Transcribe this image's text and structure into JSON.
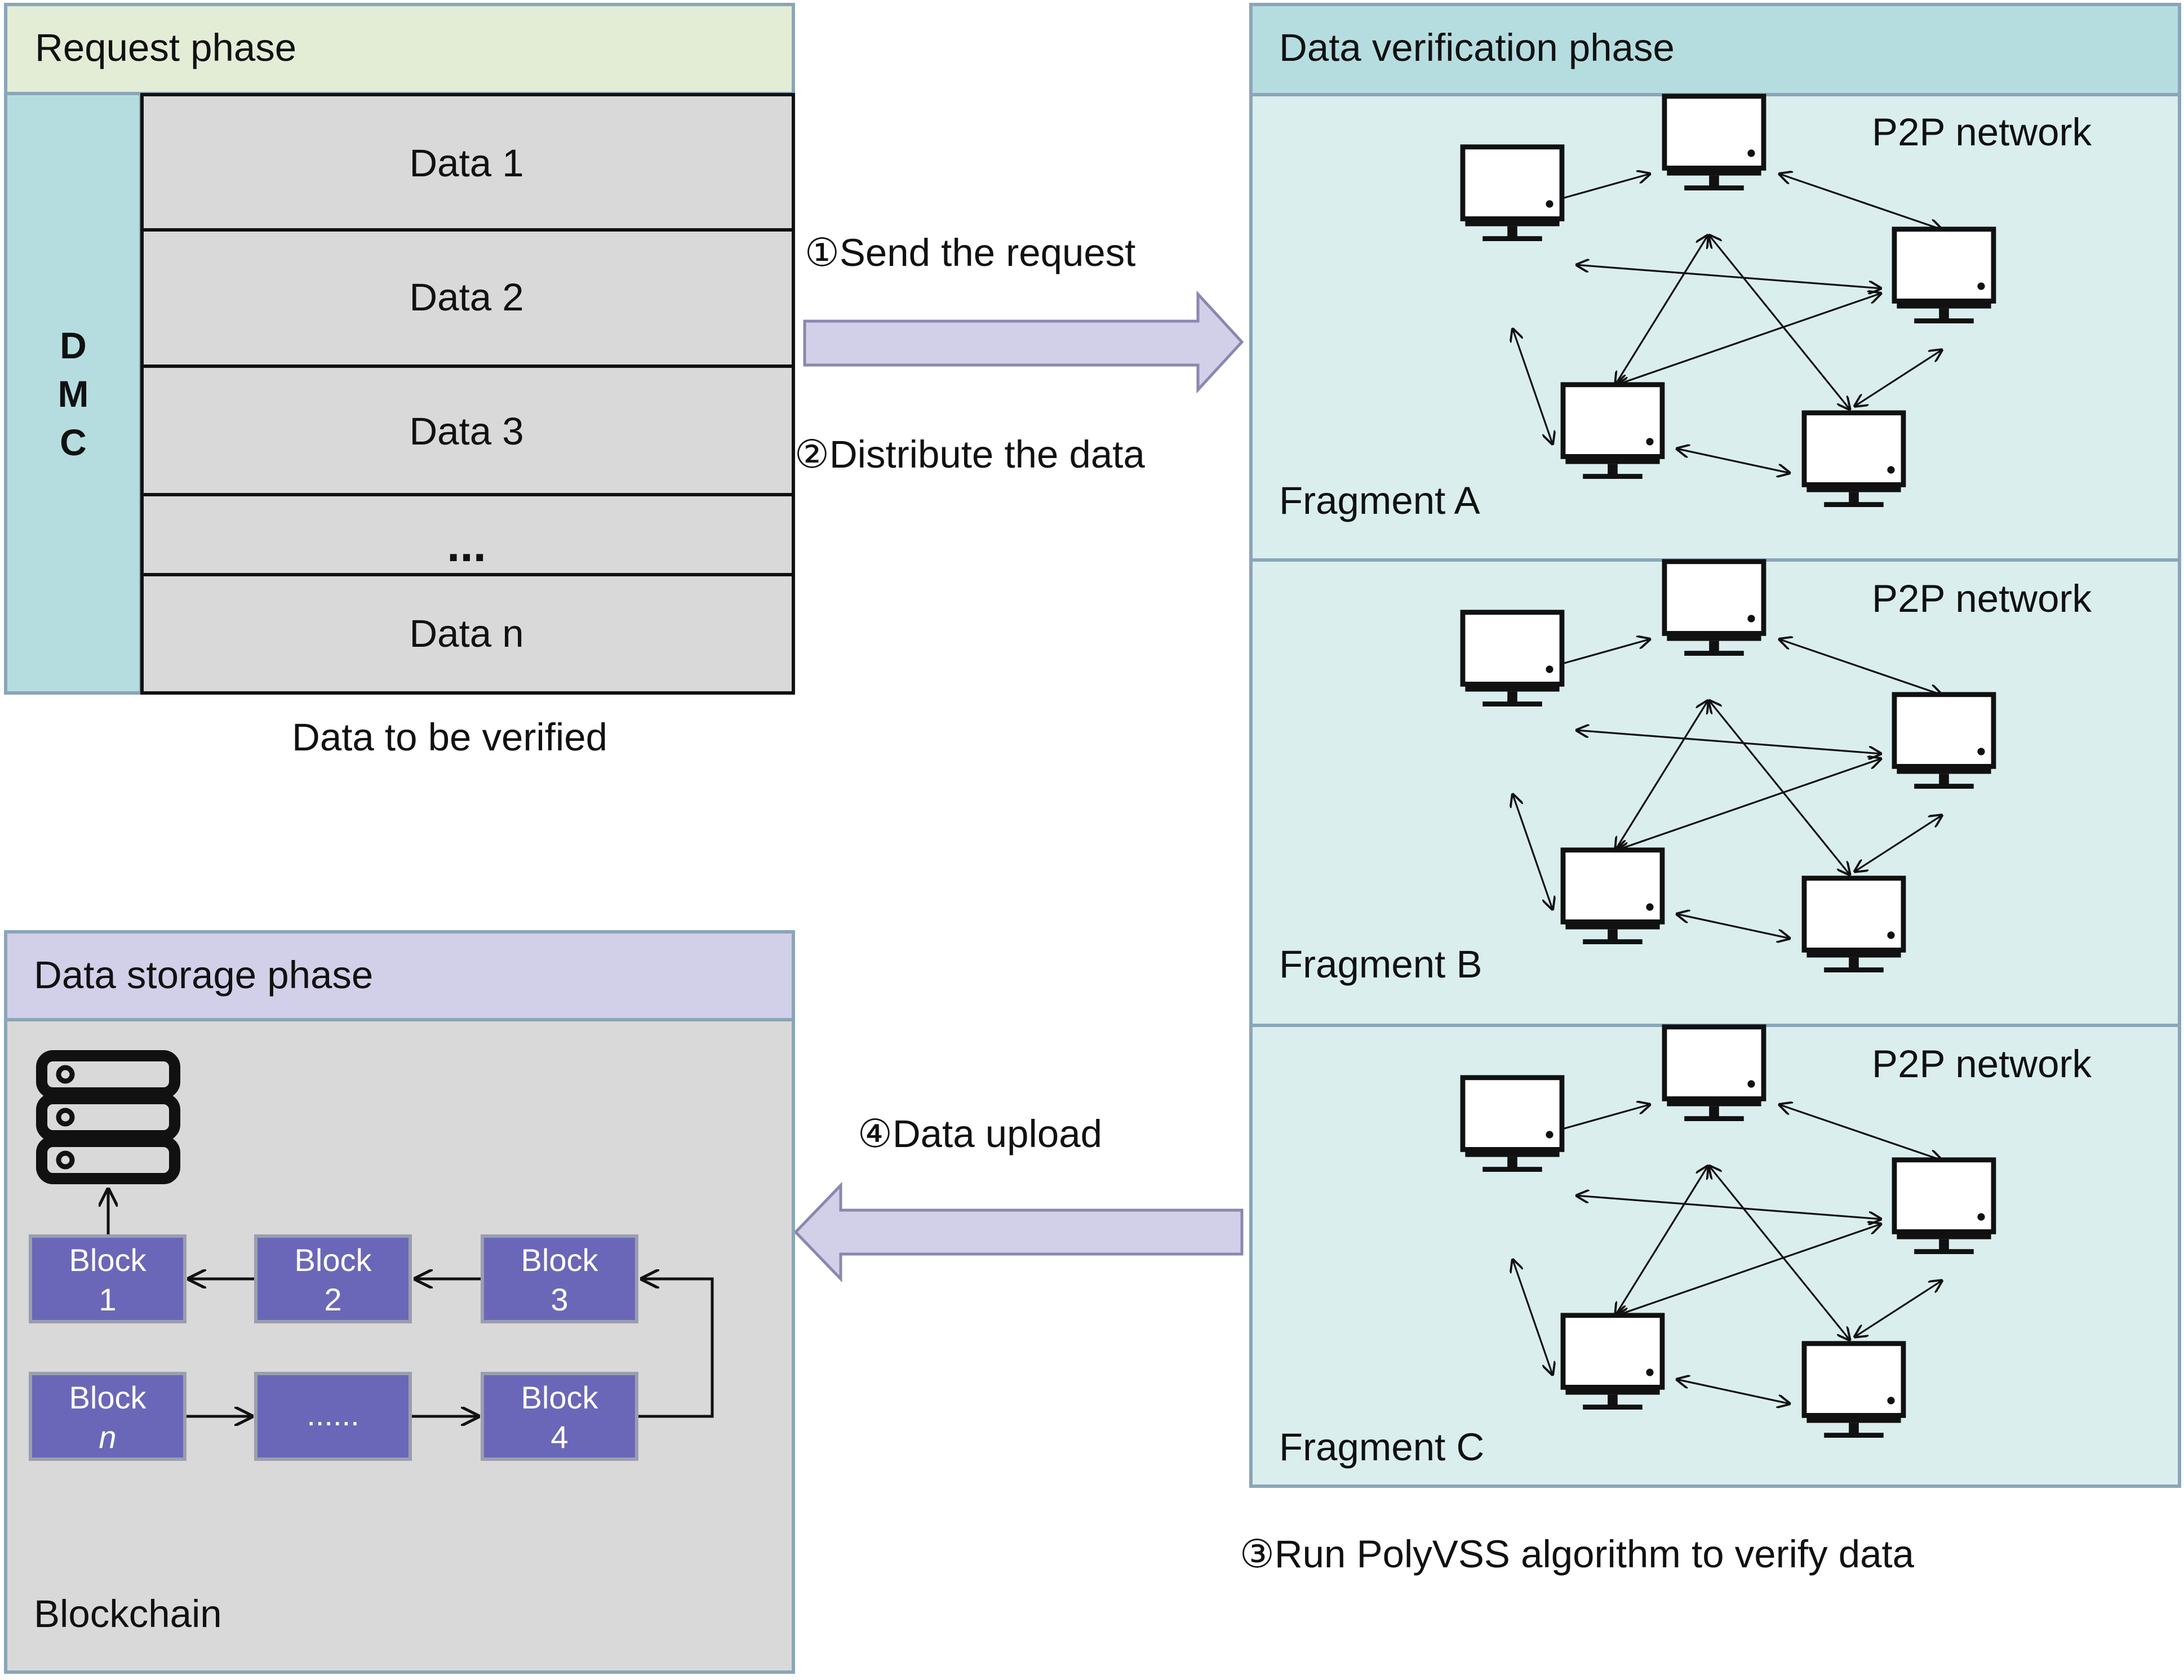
{
  "request_phase": {
    "title": "Request phase",
    "side_label": [
      "D",
      "M",
      "C"
    ],
    "rows": [
      "Data 1",
      "Data 2",
      "Data 3",
      "...",
      "Data n"
    ],
    "caption": "Data to be verified"
  },
  "steps": {
    "send": "①Send the request",
    "distribute": "②Distribute the data",
    "verify": "③Run PolyVSS algorithm to verify data",
    "upload": "④Data upload"
  },
  "verification_phase": {
    "title": "Data verification phase",
    "fragments": [
      {
        "name": "Fragment A",
        "network_label": "P2P network"
      },
      {
        "name": "Fragment B",
        "network_label": "P2P network"
      },
      {
        "name": "Fragment C",
        "network_label": "P2P network"
      }
    ]
  },
  "storage_phase": {
    "title": "Data storage phase",
    "caption": "Blockchain",
    "blocks": [
      {
        "line1": "Block",
        "line2": "1"
      },
      {
        "line1": "Block",
        "line2": "2"
      },
      {
        "line1": "Block",
        "line2": "3"
      },
      {
        "line1": "Block",
        "line2": "4"
      },
      {
        "line1": "",
        "line2": "......"
      },
      {
        "line1": "Block",
        "line2": "n"
      }
    ]
  },
  "colors": {
    "request_header": "#e3edd6",
    "dmc_bar": "#b5dde0",
    "data_cell": "#d9d9d9",
    "verification_header": "#b5dde0",
    "verification_body": "#daeeee",
    "storage_header": "#d2cfe8",
    "storage_body": "#d9d9d9",
    "block_fill": "#6b67b8",
    "arrow_fill": "#d2cfe8"
  }
}
